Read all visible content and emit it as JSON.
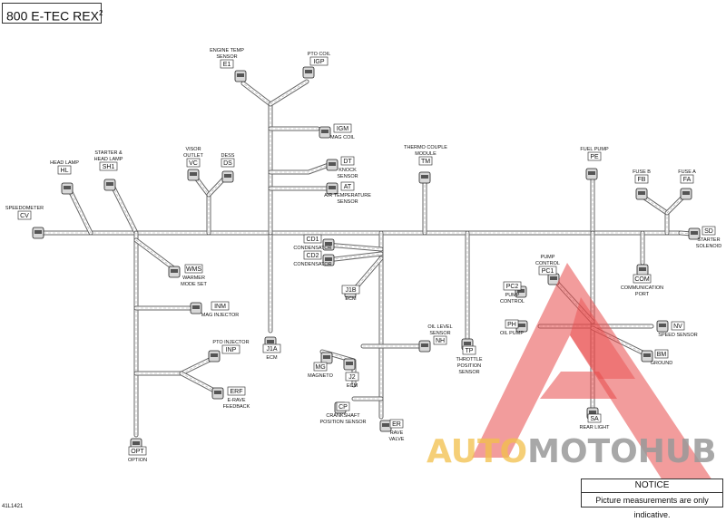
{
  "title": {
    "main": "800 E-TEC REX",
    "sup": "2"
  },
  "notice": {
    "heading": "NOTICE",
    "text": "Picture measurements are only indicative."
  },
  "figure_id": "41L1421",
  "watermark": {
    "part1": "AUTO",
    "part2": "MOTO",
    "part3": "HUB",
    "colors": {
      "auto": "#f2c04a",
      "moto": "#9a9a9a",
      "hub": "#9a9a9a",
      "logo": "#e84a4a"
    }
  },
  "components": [
    {
      "code": "E1",
      "label": [
        "ENGINE TEMP",
        "SENSOR"
      ]
    },
    {
      "code": "IGP",
      "label": [
        "PTO COIL"
      ]
    },
    {
      "code": "IGM",
      "label": [
        "MAG COIL"
      ]
    },
    {
      "code": "DT",
      "label": [
        "KNOCK",
        "SENSOR"
      ]
    },
    {
      "code": "AT",
      "label": [
        "AIR TEMPERATURE",
        "SENSOR"
      ]
    },
    {
      "code": "VC",
      "label": [
        "VISOR",
        "OUTLET"
      ]
    },
    {
      "code": "DS",
      "label": [
        "DESS"
      ]
    },
    {
      "code": "SH1",
      "label": [
        "STARTER &",
        "HEAD LAMP"
      ]
    },
    {
      "code": "HL",
      "label": [
        "HEAD LAMP"
      ]
    },
    {
      "code": "CV",
      "label": [
        "SPEEDOMETER"
      ]
    },
    {
      "code": "TM",
      "label": [
        "THERMO COUPLE",
        "MODULE"
      ]
    },
    {
      "code": "PE",
      "label": [
        "FUEL PUMP"
      ]
    },
    {
      "code": "FB",
      "label": [
        "FUSE B"
      ]
    },
    {
      "code": "FA",
      "label": [
        "FUSE A"
      ]
    },
    {
      "code": "SD",
      "label": [
        "STARTER",
        "SOLENOID"
      ]
    },
    {
      "code": "CD1",
      "label": [
        "CONDENSATOR"
      ]
    },
    {
      "code": "CD2",
      "label": [
        "CONDENSATOR"
      ]
    },
    {
      "code": "J1B",
      "label": [
        "ECM"
      ]
    },
    {
      "code": "WMS",
      "label": [
        "WARMER",
        "MODE SET"
      ]
    },
    {
      "code": "INM",
      "label": [
        "MAG INJECTOR"
      ]
    },
    {
      "code": "COM",
      "label": [
        "COMMUNICATION",
        "PORT"
      ]
    },
    {
      "code": "PC1",
      "label": [
        "PUMP",
        "CONTROL"
      ]
    },
    {
      "code": "PC2",
      "label": [
        "PUMP",
        "CONTROL"
      ]
    },
    {
      "code": "PH",
      "label": [
        "OIL PUMP"
      ]
    },
    {
      "code": "NV",
      "label": [
        "SPEED SENSOR"
      ]
    },
    {
      "code": "BM",
      "label": [
        "GROUND"
      ]
    },
    {
      "code": "J1A",
      "label": [
        "ECM"
      ]
    },
    {
      "code": "NH",
      "label": [
        "OIL LEVEL",
        "SENSOR"
      ]
    },
    {
      "code": "TP",
      "label": [
        "THROTTLE",
        "POSITION",
        "SENSOR"
      ]
    },
    {
      "code": "MG",
      "label": [
        "MAGNETO"
      ]
    },
    {
      "code": "J2",
      "label": [
        "ECM"
      ]
    },
    {
      "code": "INP",
      "label": [
        "PTO INJECTOR"
      ]
    },
    {
      "code": "ERF",
      "label": [
        "E-RAVE",
        "FEEDBACK"
      ]
    },
    {
      "code": "CP",
      "label": [
        "CRANKSHAFT",
        "POSITION SENSOR"
      ]
    },
    {
      "code": "ER",
      "label": [
        "RAVE",
        "VALVE"
      ]
    },
    {
      "code": "SA",
      "label": [
        "REAR LIGHT"
      ]
    },
    {
      "code": "OPT",
      "label": [
        "OPTION"
      ]
    }
  ]
}
